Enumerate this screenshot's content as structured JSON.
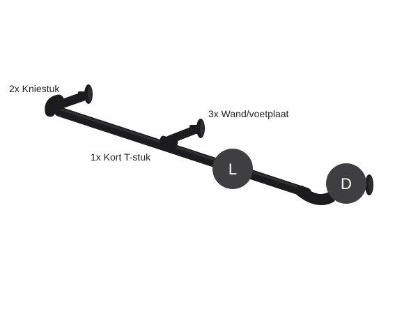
{
  "callouts": {
    "elbow": "2x Kniestuk",
    "flange": "3x Wand/voetplaat",
    "tee": "1x Kort T-stuk"
  },
  "dimensions": {
    "length": "L",
    "depth": "D"
  },
  "colors": {
    "pipe": "#1c1c1e",
    "pipe_highlight": "#3a3a3c",
    "badge": "#3f3f41",
    "badge_text": "#ffffff",
    "background": "#ffffff"
  }
}
